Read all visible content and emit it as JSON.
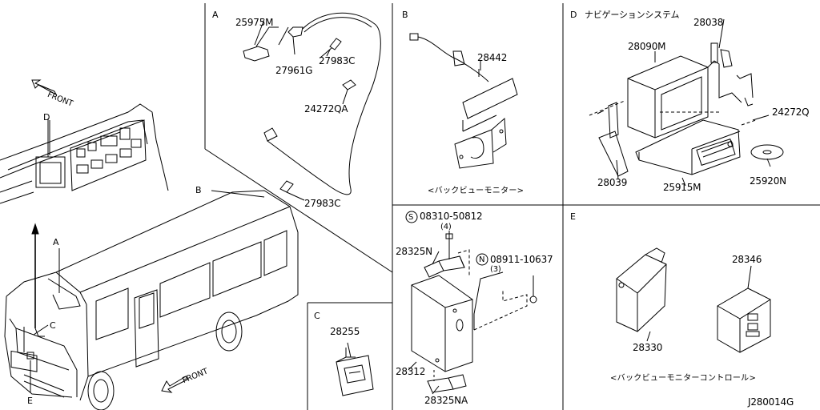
{
  "sections": {
    "a": "A",
    "b": "B",
    "c": "C",
    "d": "D",
    "e": "E"
  },
  "section_d_title": "ナビゲーションシステム",
  "overview": {
    "front_top": "FRONT",
    "front_bottom": "FRONT",
    "callouts": {
      "a": "A",
      "b": "B",
      "c": "C",
      "d": "D",
      "e": "E"
    }
  },
  "parts_a": {
    "p25975M": "25975M",
    "p27961G": "27961G",
    "p27983C_top": "27983C",
    "p24272QA": "24272QA",
    "p27983C_bottom": "27983C"
  },
  "parts_b": {
    "p28442": "28442",
    "caption": "<バックビューモニター>"
  },
  "parts_c": {
    "p28255": "28255"
  },
  "parts_d": {
    "p28038": "28038",
    "p28090M": "28090M",
    "p24272Q": "24272Q",
    "p28039": "28039",
    "p25915M": "25915M",
    "p25920N": "25920N"
  },
  "parts_lower_b": {
    "screw_symbol": "S",
    "screw": "08310-50812",
    "screw_qty": "(4)",
    "p28325N": "28325N",
    "nut_symbol": "N",
    "nut": "08911-10637",
    "nut_qty": "(3)",
    "p28312": "28312",
    "p28325NA": "28325NA"
  },
  "parts_e": {
    "p28346": "28346",
    "p28330": "28330",
    "caption": "<バックビューモニターコントロール>"
  },
  "diagram_code": "J280014G"
}
